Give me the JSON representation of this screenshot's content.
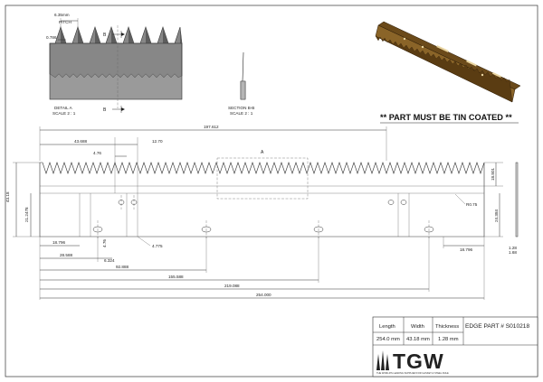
{
  "detail": {
    "pitch_value": "6.35mm",
    "pitch_word": "PITCH",
    "tooth_dim": "0.786",
    "section_mark": "B",
    "caption_line1": "DETAIL  A",
    "caption_line2": "SCALE 2 : 1"
  },
  "section": {
    "caption_line1": "SECTION B-B",
    "caption_line2": "SCALE 2 : 1"
  },
  "note": "** PART MUST BE TIN COATED **",
  "main": {
    "detail_mark": "A",
    "dims": {
      "overall_top": "197.612",
      "d_1": "43.688",
      "d_2": "12.70",
      "d_3": "4.76",
      "height_total": "43.18",
      "height_inner": "21.2478",
      "right_1": "18.801",
      "right_2": "24.384",
      "radius": "R0.75",
      "hole_a": "4.76",
      "hole_b": "4.775",
      "b_1": "18.796",
      "b_2": "28.588",
      "b_3": "6.324",
      "b_4": "92.888",
      "b_5": "155.588",
      "b_6": "219.088",
      "b_7": "254.000",
      "b_right": "18.796",
      "t_1": "1.28",
      "t_2": "1.68"
    }
  },
  "title_block": {
    "headers": [
      "Length",
      "Width",
      "Thickness"
    ],
    "values": [
      "254.0 mm",
      "43.18 mm",
      "1.28 mm"
    ],
    "part_number": "EDGE PART # S010218",
    "logo": "TGW",
    "tagline": "THE WORLD'S LEADING SUPPLIER FOR GASKET & STEEL RULE"
  }
}
